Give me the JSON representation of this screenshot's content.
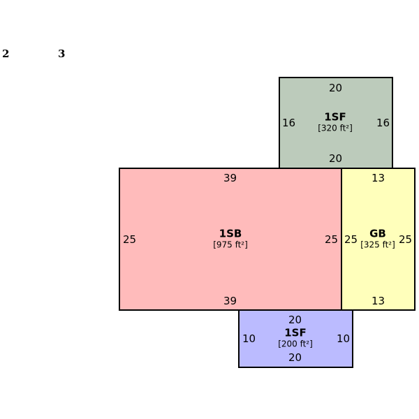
{
  "page_labels": [
    "2",
    "3"
  ],
  "rooms": {
    "top": {
      "name": "1SF",
      "area": "[320 ft²]",
      "top": "20",
      "bottom": "20",
      "left": "16",
      "right": "16",
      "color": "#bccbbb"
    },
    "left": {
      "name": "1SB",
      "area": "[975 ft²]",
      "top": "39",
      "bottom": "39",
      "left": "25",
      "right": "25",
      "color": "#ffbbbb"
    },
    "right": {
      "name": "GB",
      "area": "[325 ft²]",
      "top": "13",
      "bottom": "13",
      "left": "25",
      "right": "25",
      "color": "#ffffbb"
    },
    "bottom": {
      "name": "1SF",
      "area": "[200 ft²]",
      "top": "20",
      "bottom": "20",
      "left": "10",
      "right": "10",
      "color": "#bbbbff"
    }
  }
}
